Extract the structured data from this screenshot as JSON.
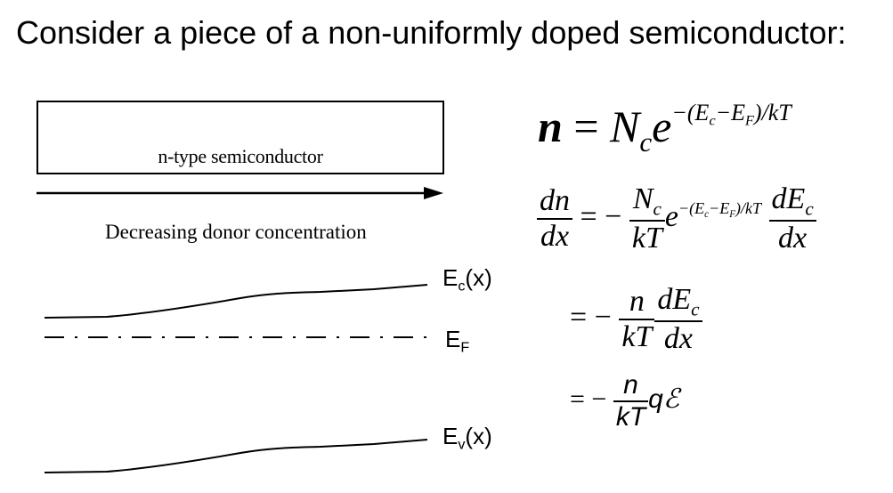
{
  "slide": {
    "title": "Consider a piece of a non-uniformly doped semiconductor:"
  },
  "diagram": {
    "box_label": "n-type semiconductor",
    "arrow_label": "Decreasing donor concentration",
    "bands": {
      "ec": {
        "symbol": "E",
        "sub": "c",
        "arg": "(x)"
      },
      "ef": {
        "symbol": "E",
        "sub": "F"
      },
      "ev": {
        "symbol": "E",
        "sub": "v",
        "arg": "(x)"
      }
    }
  },
  "equations": {
    "eq1": {
      "lhs": "n",
      "eq": "=",
      "N": "N",
      "N_sub": "c",
      "e": "e",
      "exp": "−(E",
      "exp_c": "c",
      "exp_mid": "−E",
      "exp_F": "F",
      "exp_end": ")/kT"
    },
    "eq2": {
      "num": "dn",
      "den": "dx",
      "eq": "= −",
      "f_num": "N",
      "f_num_sub": "c",
      "f_den": "kT",
      "e": "e",
      "exp": "−(E",
      "exp_c": "c",
      "exp_mid": "−E",
      "exp_F": "F",
      "exp_end": ")/kT",
      "g_num": "dE",
      "g_num_sub": "c",
      "g_den": "dx"
    },
    "eq3": {
      "eq": "= −",
      "f_num": "n",
      "f_den": "kT",
      "g_num": "dE",
      "g_num_sub": "c",
      "g_den": "dx"
    },
    "eq4": {
      "eq": "= −",
      "f_num": "n",
      "f_den": "kT",
      "q": "q",
      "field": "ℰ"
    }
  }
}
